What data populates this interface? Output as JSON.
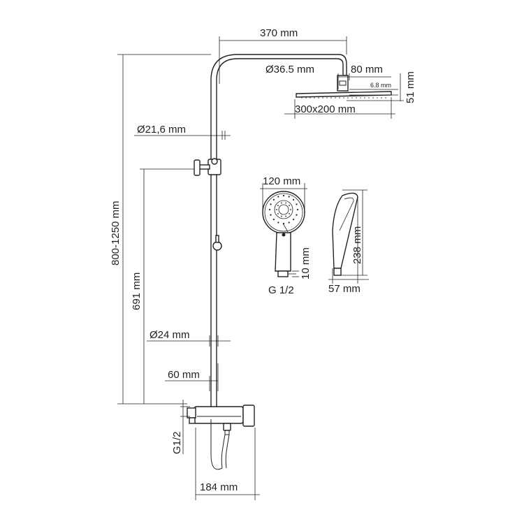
{
  "labels": {
    "width_arm": "370 mm",
    "arm_diameter": "Ø36.5 mm",
    "head_depth": "80 mm",
    "head_thickness": "6.8 mm",
    "head_height": "51 mm",
    "head_size": "300x200 mm",
    "pipe_upper_diameter": "Ø21,6 mm",
    "total_height": "800-1250 mm",
    "slider_height": "691 mm",
    "pipe_lower_diameter": "Ø24 mm",
    "mixer_offset": "60 mm",
    "inlet_thread": "G1/2",
    "mixer_width": "184 mm",
    "handshower_diameter": "120 mm",
    "handshower_neck": "10 mm",
    "handshower_thread": "G 1/2",
    "handshower_length": "238 mm",
    "handshower_width": "57 mm"
  },
  "colors": {
    "line": "#222222",
    "background": "#ffffff"
  }
}
